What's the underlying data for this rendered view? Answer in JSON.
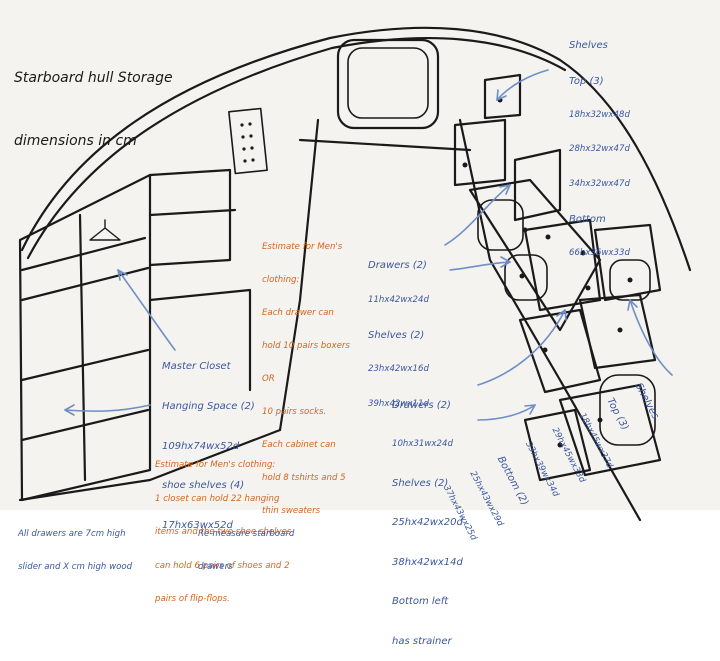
{
  "title": {
    "line1": "Starboard hull Storage",
    "line2": "dimensions in cm"
  },
  "shelves_top_right": {
    "heading": "Shelves",
    "sub_top": "Top (3)",
    "top_1": "18hx32wx48d",
    "top_2": "28hx32wx47d",
    "top_3": "34hx32wx47d",
    "sub_bottom": "Bottom",
    "bottom_1": "66hx36wx33d"
  },
  "drawers_upper": {
    "heading": "Drawers (2)",
    "line1": "11hx42wx24d",
    "shelves_heading": "Shelves (2)",
    "line2": "23hx42wx16d",
    "line3": "39hx42wx11d"
  },
  "drawers_lower": {
    "heading": "Drawers (2)",
    "line1": "10hx31wx24d",
    "shelves_heading": "Shelves (2)",
    "line2": "25hx42wx20d",
    "line3": "38hx42wx14d",
    "line4": "Bottom left",
    "line5": "has strainer"
  },
  "shelves_bottom_right": {
    "heading": "Shelves",
    "sub_top": "Top (3)",
    "top_1": "18hx45wx37d",
    "top_2": "29hx45wx33d",
    "top_3": "33hx39wx34d",
    "sub_bottom": "Bottom (2)",
    "bottom_1": "25hx43wx29d",
    "bottom_2": "37hx43wx25d"
  },
  "master_closet": {
    "heading": "Master Closet",
    "line1": "Hanging Space (2)",
    "line2": "109hx74wx52d",
    "line3": "shoe shelves (4)",
    "line4": "17hx63wx52d"
  },
  "estimate_mens": {
    "line1": "Estimate for Men's",
    "line2": "clothing:",
    "line3": "Each drawer can",
    "line4": "hold 10 pairs boxers",
    "line5": "OR",
    "line6": "10 pairs socks.",
    "line7": "Each cabinet can",
    "line8": "hold 8 tshirts and 5",
    "line9": "thin sweaters"
  },
  "estimate_closet": {
    "line1": "Estimate for Men's clothing:",
    "line2": "1 closet can hold 22 hanging",
    "line3": "items and the two shoe shelves",
    "line4": "can hold 6 pairs of shoes and 2",
    "line5": "pairs of flip-flops."
  },
  "footer_left": {
    "line1": "All drawers are 7cm high",
    "line2": "slider and X cm high wood"
  },
  "footer_right": {
    "line1": "Re-measure starboard",
    "line2": "drawers"
  },
  "colors": {
    "ink": "#1a1a1a",
    "blue_ink": "#3b57a0",
    "orange_ink": "#d4651f",
    "paper": "#f4f3ef",
    "arrow": "#6f8fc4"
  }
}
